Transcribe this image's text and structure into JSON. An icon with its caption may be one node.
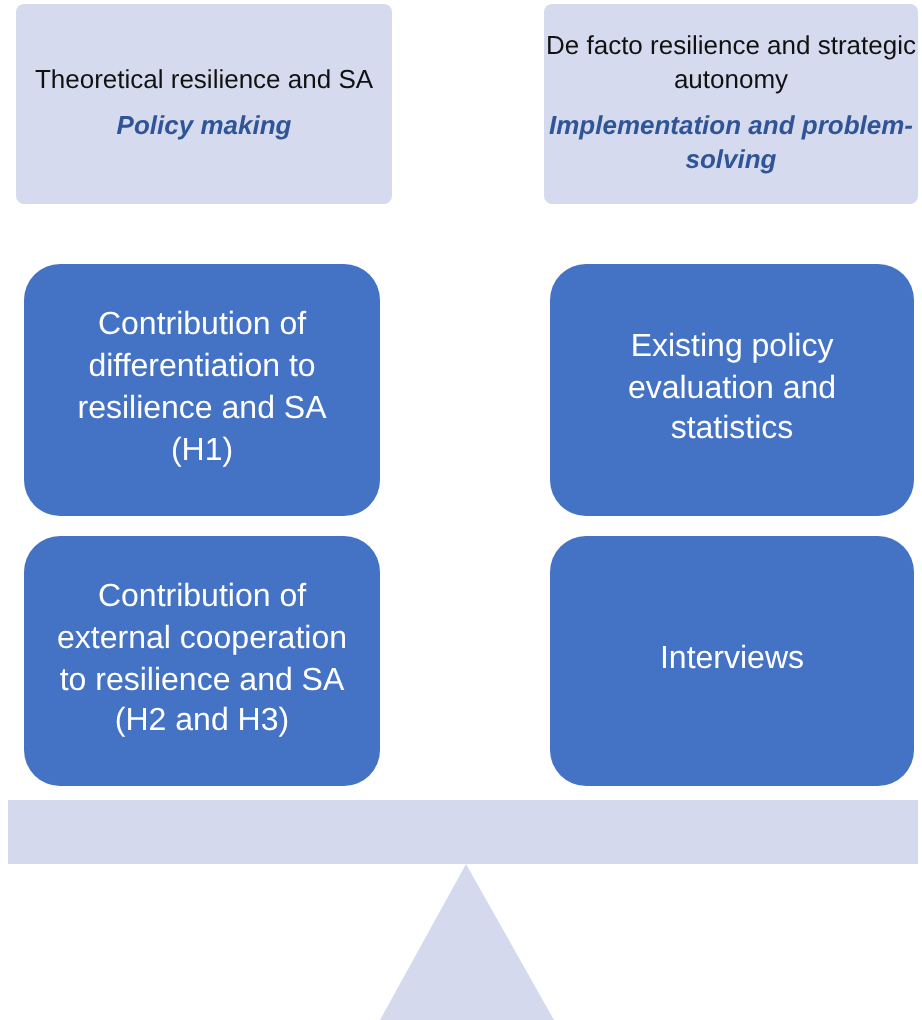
{
  "diagram": {
    "nodes": [
      {
        "text": [
          "Theoretical resilience and SA",
          "Policy making"
        ]
      },
      {
        "text": [
          "De facto resilience and strategic autonomy",
          "Implementation and problem-solving"
        ]
      },
      {
        "text": [
          "Contribution of differentiation to resilience and SA (H1)"
        ]
      },
      {
        "text": [
          "Existing policy evaluation and statistics"
        ]
      },
      {
        "text": [
          "Contribution of external cooperation to resilience and SA (H2 and H3)"
        ]
      },
      {
        "text": [
          "Interviews"
        ]
      }
    ]
  }
}
